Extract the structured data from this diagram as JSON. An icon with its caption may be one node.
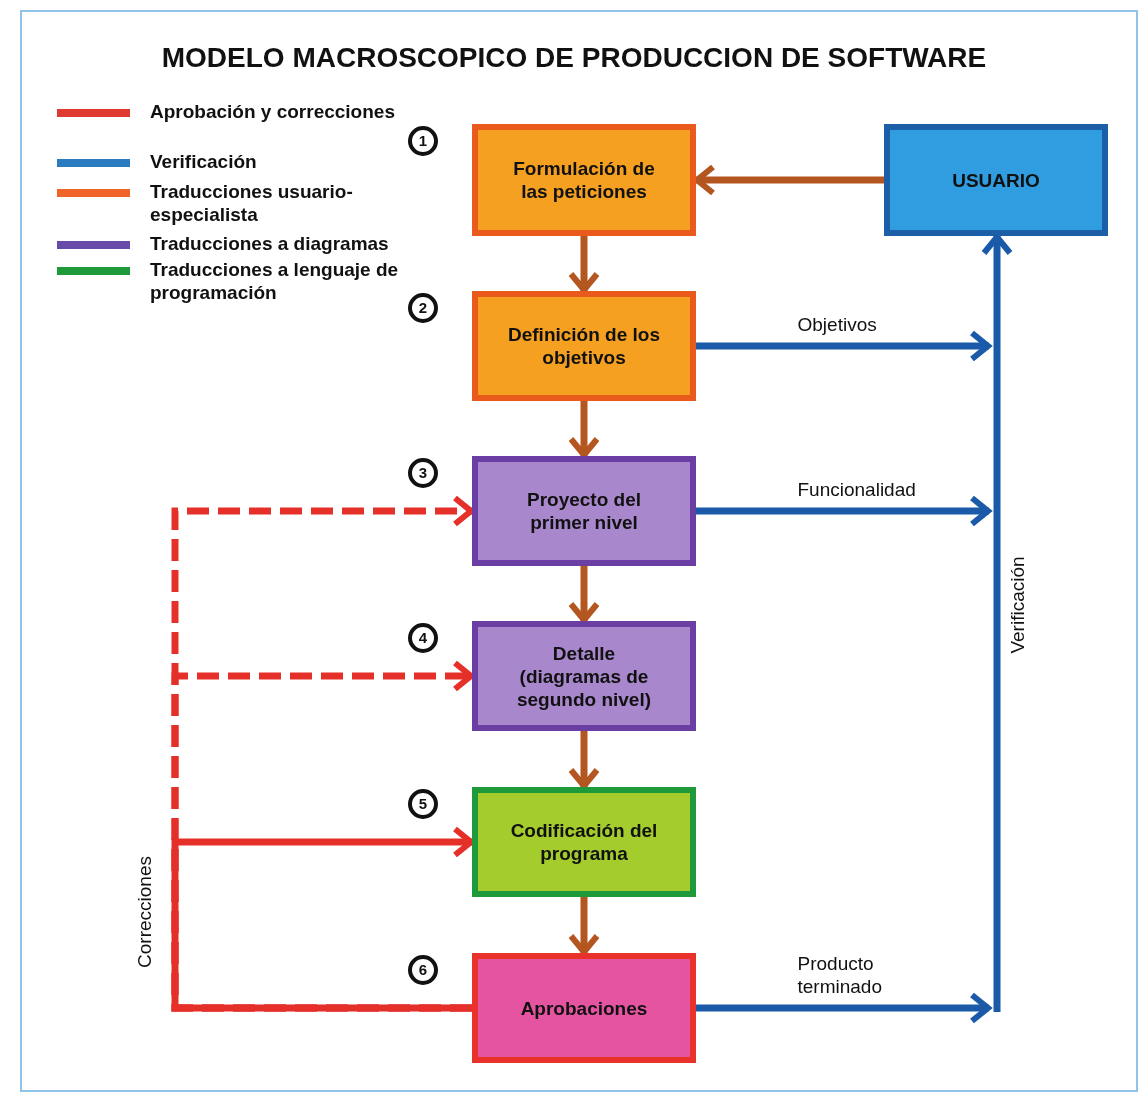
{
  "diagram": {
    "title": "MODELO MACROSCOPICO DE PRODUCCION DE SOFTWARE",
    "nodes": [
      {
        "text": [
          "Formulación de las peticiones"
        ],
        "beside": [
          "1"
        ]
      },
      {
        "text": [
          "Definición de los objetivos"
        ],
        "beside": [
          "2"
        ]
      },
      {
        "text": [
          "Proyecto del primer nivel"
        ],
        "beside": [
          "3"
        ]
      },
      {
        "text": [
          "Detalle (diagramas de segundo nivel)"
        ],
        "beside": [
          "4"
        ]
      },
      {
        "text": [
          "Codificación del programa"
        ],
        "beside": [
          "5"
        ]
      },
      {
        "text": [
          "Aprobaciones"
        ],
        "beside": [
          "6"
        ]
      },
      {
        "text": [
          "USUARIO"
        ]
      }
    ],
    "edges": [
      {
        "from": 6,
        "to": 0,
        "arrow": "to"
      },
      {
        "from": 0,
        "to": 1,
        "arrow": "to"
      },
      {
        "from": 1,
        "to": 2,
        "arrow": "to"
      },
      {
        "from": 2,
        "to": 3,
        "arrow": "to"
      },
      {
        "from": 3,
        "to": 4,
        "arrow": "to"
      },
      {
        "from": 4,
        "to": 5,
        "arrow": "to"
      },
      {
        "from": 1,
        "to": 6,
        "arrow": "to",
        "label": "Objetivos",
        "color": "#1a5aa8"
      },
      {
        "from": 2,
        "to": 6,
        "arrow": "to",
        "label": "Funcionalidad",
        "color": "#1a5aa8"
      },
      {
        "from": 5,
        "to": 6,
        "arrow": "to",
        "label": "Producto terminado",
        "color": "#1a5aa8"
      },
      {
        "from": 5,
        "to": 4,
        "arrow": "to",
        "color": "#e5302a"
      },
      {
        "from": 5,
        "to": 3,
        "arrow": "to",
        "style": "dashed",
        "color": "#e5302a"
      },
      {
        "from": 5,
        "to": 2,
        "arrow": "to",
        "style": "dashed",
        "color": "#e5302a"
      }
    ],
    "labels": [
      "Verificación",
      "Correcciones"
    ],
    "legend": [
      {
        "text": "Aprobación y correcciones",
        "color": "#e03a30"
      },
      {
        "text": "Verificación",
        "color": "#2a7bc0"
      },
      {
        "text": "Traducciones usuario-especialista",
        "color": "#f0642a"
      },
      {
        "text": "Traducciones a diagramas",
        "color": "#6a4aa8"
      },
      {
        "text": "Traducciones a lenguaje de programación",
        "color": "#1f9a3a"
      }
    ]
  }
}
